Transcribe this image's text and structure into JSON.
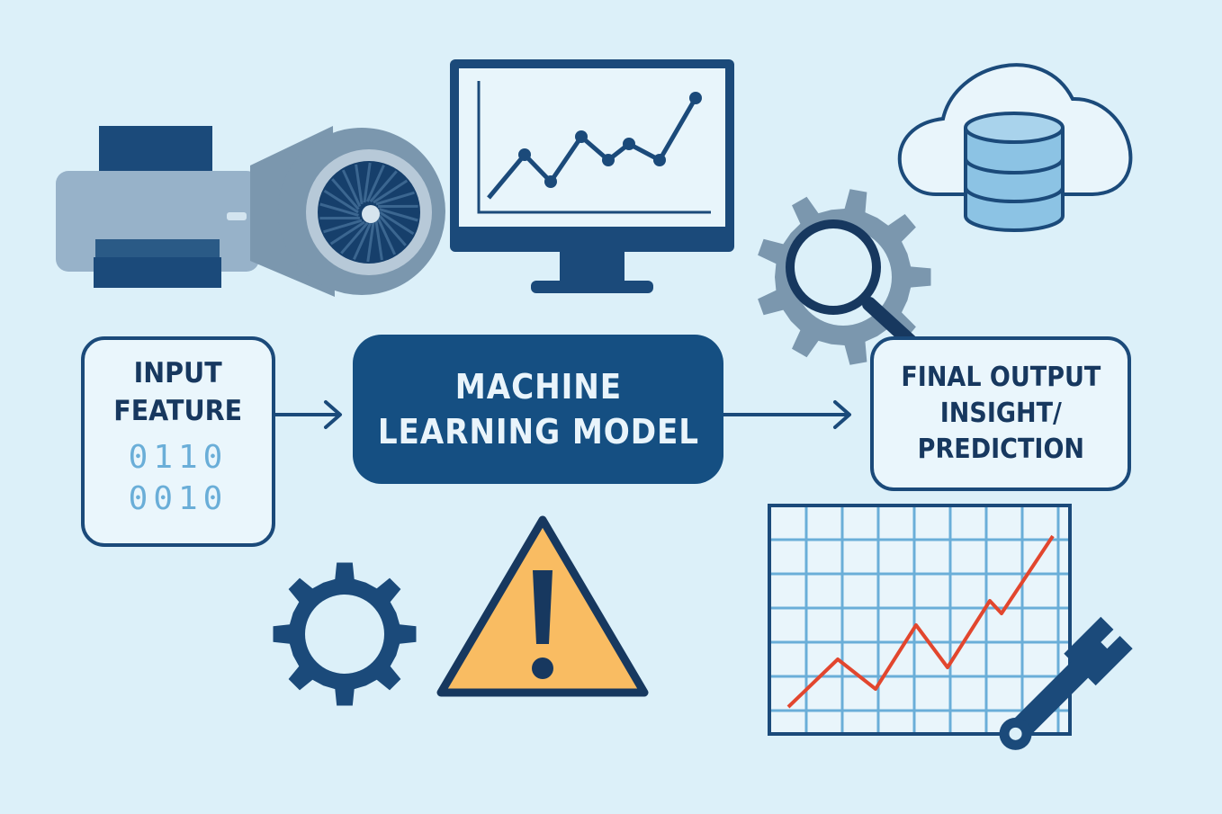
{
  "input_box": {
    "title": "INPUT\nFEATURE",
    "bits_line_1": "0110",
    "bits_line_2": "0010"
  },
  "model_box": {
    "label": "MACHINE\nLEARNING MODEL"
  },
  "output_box": {
    "label": "FINAL OUTPUT\nINSIGHT/\nPREDICTION"
  },
  "colors": {
    "background": "#dcf0f9",
    "navy": "#154f82",
    "dark_navy": "#17385f",
    "steel": "#7b97ae",
    "light_blue": "#8cc3e4",
    "warning_yellow": "#f9bc62",
    "trend_red": "#e2462e"
  },
  "icons": [
    "printer-icon",
    "jet-engine-icon",
    "monitor-line-chart-icon",
    "cloud-database-icon",
    "gear-magnifier-icon",
    "gear-icon",
    "warning-icon",
    "grid-line-chart-icon",
    "wrench-icon"
  ]
}
